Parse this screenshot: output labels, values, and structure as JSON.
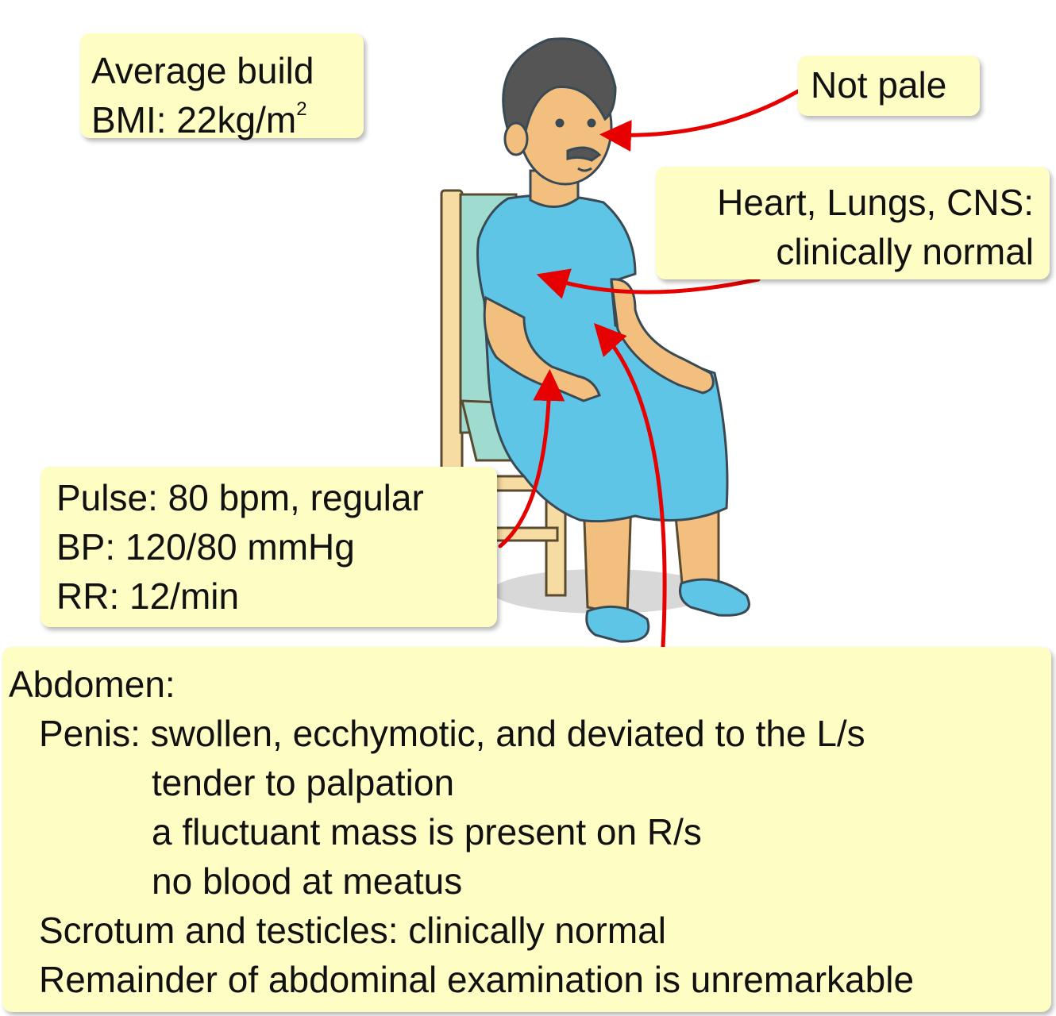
{
  "notes": {
    "build": {
      "line1": "Average build",
      "line2_prefix": "BMI: 22kg/m",
      "line2_sup": "2"
    },
    "pale": "Not pale",
    "organs": {
      "line1": "Heart, Lungs, CNS:",
      "line2": "clinically normal"
    },
    "vitals": {
      "pulse": "Pulse: 80 bpm, regular",
      "bp": "BP: 120/80 mmHg",
      "rr": "RR: 12/min"
    },
    "abdomen": {
      "heading": "Abdomen:",
      "penis": "Penis: swollen, ecchymotic, and deviated to the L/s",
      "tender": "tender to palpation",
      "mass": "a fluctuant mass is present on R/s",
      "meatus": "no blood at meatus",
      "scrotum": "Scrotum and testicles: clinically normal",
      "remainder": "Remainder of abdominal examination is unremarkable"
    }
  },
  "colors": {
    "note_bg": "#fdfdc4",
    "arrow": "#e60000",
    "gown": "#5ec5e6",
    "skin": "#f2bf7e",
    "chair": "#f6dca2",
    "chair_back": "#9fdccf"
  }
}
